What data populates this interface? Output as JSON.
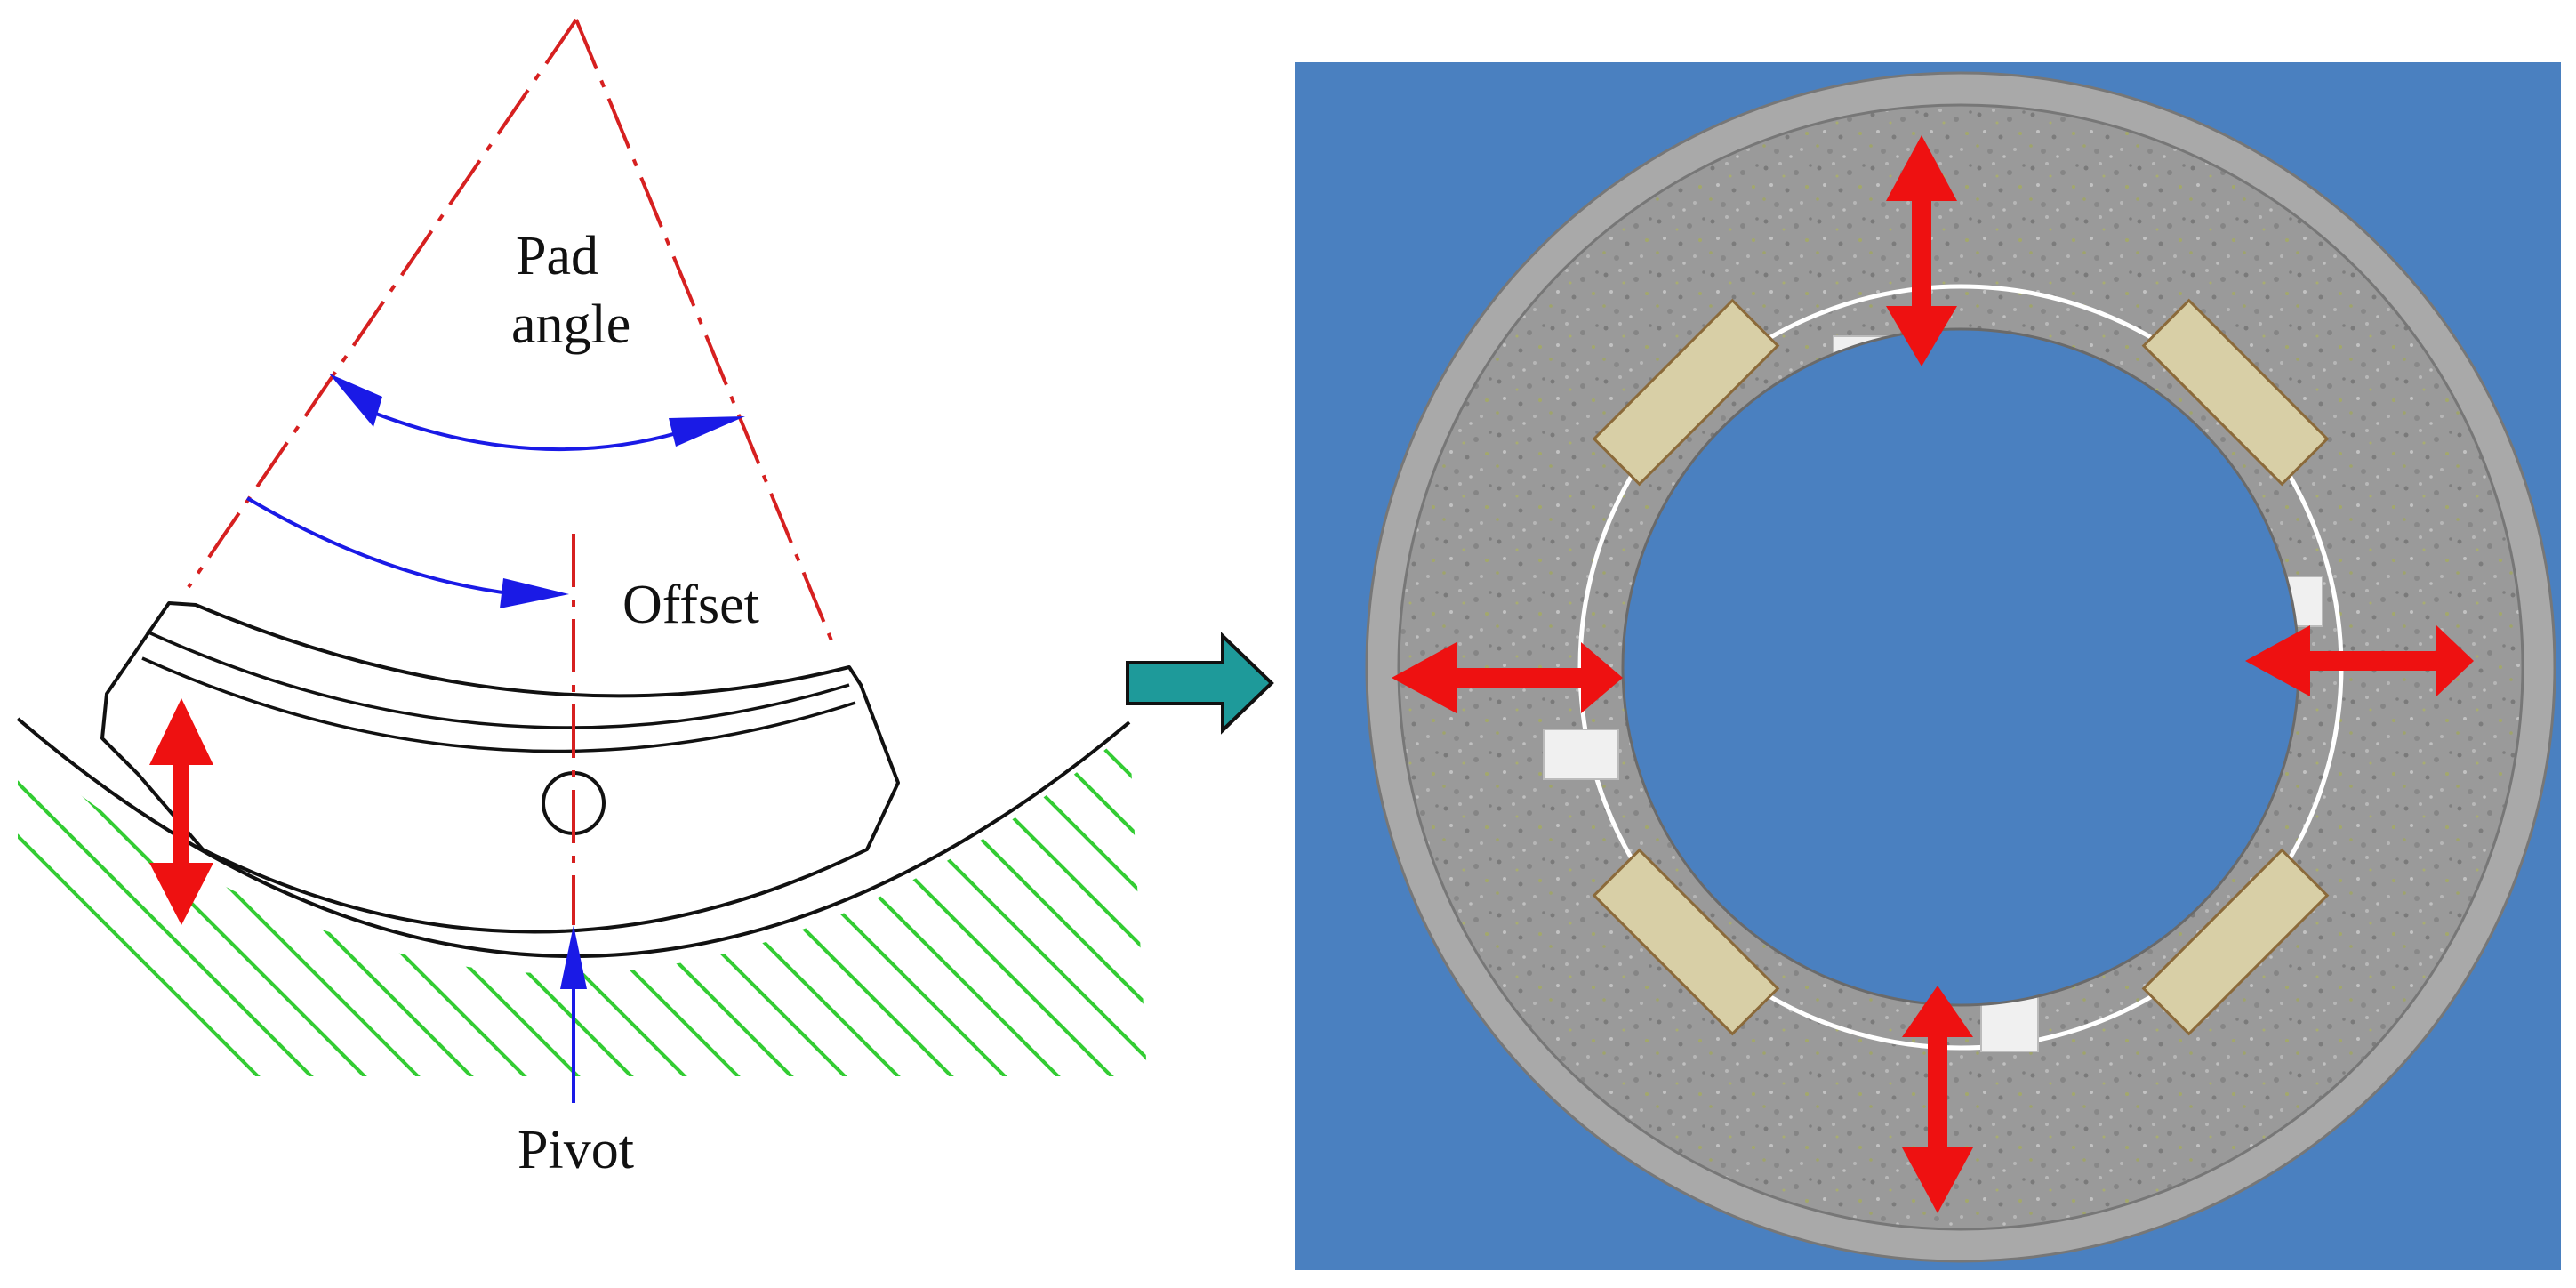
{
  "labels": {
    "pad_angle_line1": "Pad",
    "pad_angle_line2": "angle",
    "offset": "Offset",
    "pivot": "Pivot"
  },
  "colors": {
    "construction_line": "#d62020",
    "angle_arrow": "#1a1ae6",
    "load_arrow": "#ee1111",
    "hatch": "#33cc33",
    "outline": "#111111",
    "panel_background": "#4a80c0",
    "ring_outer": "#a8a8a8",
    "ring_speckle": "#8c8c8c",
    "flow_arrow": "#1e9a9a",
    "pad_insert": "#d8cfa6",
    "pivot_block": "#f0f0f0"
  },
  "icons": {
    "flow_arrow": "right-arrow-icon",
    "radial_load_arrows": "double-headed-arrow-icon"
  }
}
